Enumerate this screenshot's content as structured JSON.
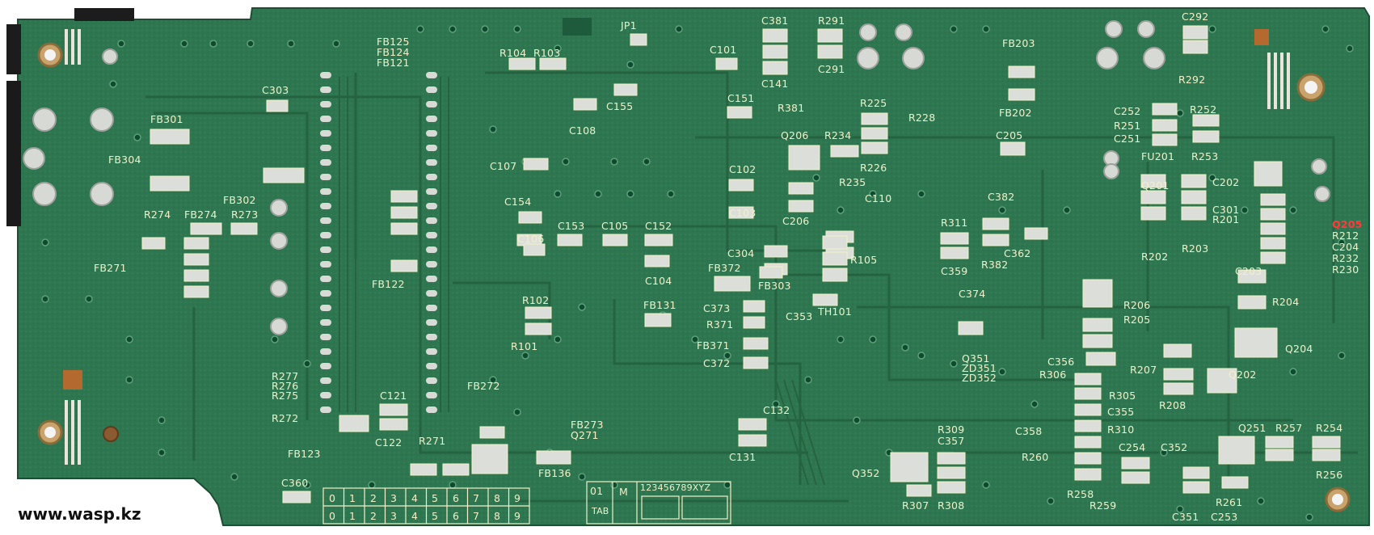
{
  "watermark": "www.wasp.kz",
  "colors": {
    "board": "#2f7a52",
    "board_dark": "#1f5a3a",
    "trace": "#3b8a5f",
    "silk": "#f2f0c8",
    "pad": "#d9dbd6",
    "via": "#0f4a2e",
    "gold": "#b46a2e"
  },
  "labels": {
    "jp1": "JP1",
    "c381": "C381",
    "r291": "R291",
    "c292": "C292",
    "r104": "R104",
    "r103": "R103",
    "c101": "C101",
    "c291": "C291",
    "fb125": "FB125",
    "fb124": "FB124",
    "fb121": "FB121",
    "fb203": "FB203",
    "c141": "C141",
    "r381": "R381",
    "r292": "R292",
    "c303": "C303",
    "c155": "C155",
    "c151": "C151",
    "r225": "R225",
    "r228": "R228",
    "fb202": "FB202",
    "c252": "C252",
    "r252": "R252",
    "fb301": "FB301",
    "c108": "C108",
    "q206": "Q206",
    "r234": "R234",
    "r251": "R251",
    "c251": "C251",
    "c205": "C205",
    "r253": "R253",
    "r226": "R226",
    "fu201": "FU201",
    "fb304": "FB304",
    "c107": "C107",
    "c102": "C102",
    "q201": "Q201",
    "c202": "C202",
    "r235": "R235",
    "fb302": "FB302",
    "c154": "C154",
    "c110": "C110",
    "c382": "C382",
    "c301": "C301",
    "r201": "R201",
    "r274": "R274",
    "fb274": "FB274",
    "r273": "R273",
    "c103": "C103",
    "c206": "C206",
    "r311": "R311",
    "q205": "Q205",
    "r212": "R212",
    "c204": "C204",
    "r232": "R232",
    "r230": "R230",
    "c106": "C106",
    "c153": "C153",
    "c105": "C105",
    "c152": "C152",
    "c304": "C304",
    "r105": "R105",
    "c362": "C362",
    "r202": "R202",
    "r203": "R203",
    "fb271": "FB271",
    "c104": "C104",
    "fb372": "FB372",
    "fb303": "FB303",
    "c359": "C359",
    "r382": "R382",
    "c203": "C203",
    "fb122": "FB122",
    "th101": "TH101",
    "r204": "R204",
    "r102": "R102",
    "c374": "C374",
    "r206": "R206",
    "c373": "C373",
    "fb131": "FB131",
    "c353": "C353",
    "r371": "R371",
    "r205": "R205",
    "r101": "R101",
    "fb371": "FB371",
    "q204": "Q204",
    "c372": "C372",
    "q351": "Q351",
    "zd351": "ZD351",
    "zd352": "ZD352",
    "c356": "C356",
    "r277": "R277",
    "r276": "R276",
    "r275": "R275",
    "r207": "R207",
    "q202": "Q202",
    "r306": "R306",
    "fb272": "FB272",
    "c121": "C121",
    "r305": "R305",
    "r208": "R208",
    "r272": "R272",
    "c355": "C355",
    "c132": "C132",
    "fb273": "FB273",
    "q271": "Q271",
    "r309": "R309",
    "r310": "R310",
    "q251": "Q251",
    "r257": "R257",
    "r254": "R254",
    "c357": "C357",
    "c358": "C358",
    "r271": "R271",
    "fb123": "FB123",
    "c122": "C122",
    "c131": "C131",
    "fb136": "FB136",
    "r260": "R260",
    "c254": "C254",
    "c352": "C352",
    "r256": "R256",
    "q352": "Q352",
    "c360": "C360",
    "r258": "R258",
    "r259": "R259",
    "r261": "R261",
    "r307": "R307",
    "r308": "R308",
    "c351": "C351",
    "c253": "C253"
  },
  "digit_rows": {
    "row1": [
      "0",
      "1",
      "2",
      "3",
      "4",
      "5",
      "6",
      "7",
      "8",
      "9"
    ],
    "row2": [
      "0",
      "1",
      "2",
      "3",
      "4",
      "5",
      "6",
      "7",
      "8",
      "9"
    ]
  },
  "code_box": {
    "digits": "01",
    "letters": "TAB",
    "m": "M",
    "serial": "123456789XYZ"
  }
}
